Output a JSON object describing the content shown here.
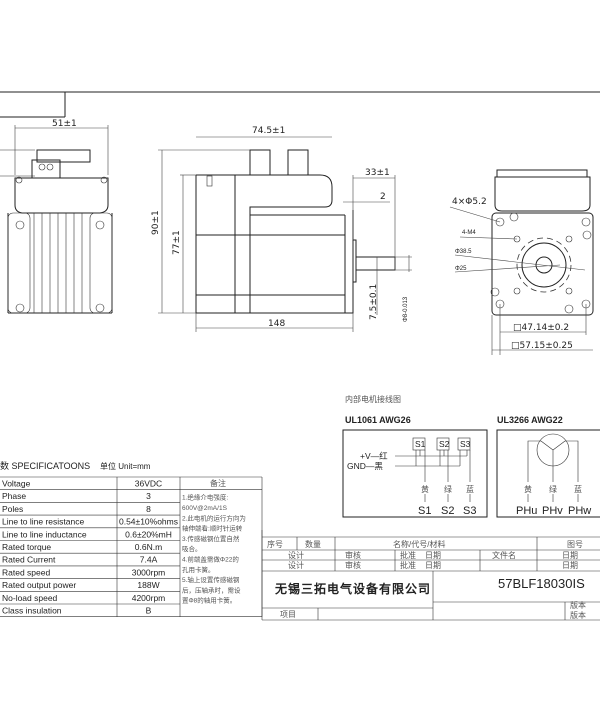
{
  "views": {
    "left": {
      "width_dim": "51±1"
    },
    "side": {
      "length_dim": "74.5±1",
      "height_dim": "90±1",
      "body_height_dim": "77±1",
      "shaft_length_dim": "33±1",
      "flange_dim": "2",
      "overall_length_dim": "148",
      "flat_dim": "7.5±0.1",
      "shaft_dia_dim": "Φ8-0.013"
    },
    "front": {
      "holes_dim": "4×Φ5.2",
      "thread_dim": "4-M4",
      "bolt_circle_dim": "Φ38.5",
      "pilot_dim": "Φ25",
      "hole_spacing_dim": "□47.14±0.2",
      "square_dim": "□57.15±0.25"
    }
  },
  "specs": {
    "title": "数 SPECIFICATOONS",
    "unit": "单位 Unit=mm",
    "remarks_header": "备注",
    "rows": [
      {
        "label": "Voltage",
        "value": "36VDC"
      },
      {
        "label": "Phase",
        "value": "3"
      },
      {
        "label": "Poles",
        "value": "8"
      },
      {
        "label": "Line to line resistance",
        "value": "0.54±10%ohms"
      },
      {
        "label": "Line to line inductance",
        "value": "0.6±20%mH"
      },
      {
        "label": "Rated torque",
        "value": "0.6N.m"
      },
      {
        "label": "Rated Current",
        "value": "7.4A"
      },
      {
        "label": "Rated speed",
        "value": "3000rpm"
      },
      {
        "label": "Rated output power",
        "value": "188W"
      },
      {
        "label": "No-load speed",
        "value": "4200rpm"
      },
      {
        "label": "Class insulation",
        "value": "B"
      }
    ],
    "remarks": [
      "1.绝缘介电强度:",
      "600V@2mA/1S",
      "2.此电机的运行方向为",
      "轴伸端看:顺时针运转",
      "3.传感磁钢位置自然",
      "吸合。",
      "4.前端盖需做Φ22的",
      "孔用卡簧。",
      "5.轴上设置传感磁钢",
      "后，压轴承时，需设",
      "置Φ8的轴用卡簧。"
    ]
  },
  "wiring": {
    "title": "内部电机接线图",
    "hall": {
      "cable": "UL1061  AWG26",
      "sensors": [
        "S1",
        "S2",
        "S3"
      ],
      "vplus": "+V—红",
      "gnd": "GND—黑",
      "colors": [
        "黄",
        "绿",
        "蓝"
      ],
      "outputs": [
        "S1",
        "S2",
        "S3"
      ]
    },
    "phase": {
      "cable": "UL3266  AWG22",
      "colors": [
        "黄",
        "绿",
        "蓝"
      ],
      "outputs": [
        "PHu",
        "PHv",
        "PHw"
      ]
    }
  },
  "title_block": {
    "seq": "序号",
    "qty": "数量",
    "name": "名称/代号/材料",
    "drawing_no": "图号",
    "design": "设计",
    "review": "审核",
    "approve": "批准",
    "date": "日期",
    "file_name": "文件名",
    "company": "无锡三拓电气设备有限公司",
    "part_number": "57BLF18030IS",
    "project": "项目",
    "version": "版本"
  }
}
